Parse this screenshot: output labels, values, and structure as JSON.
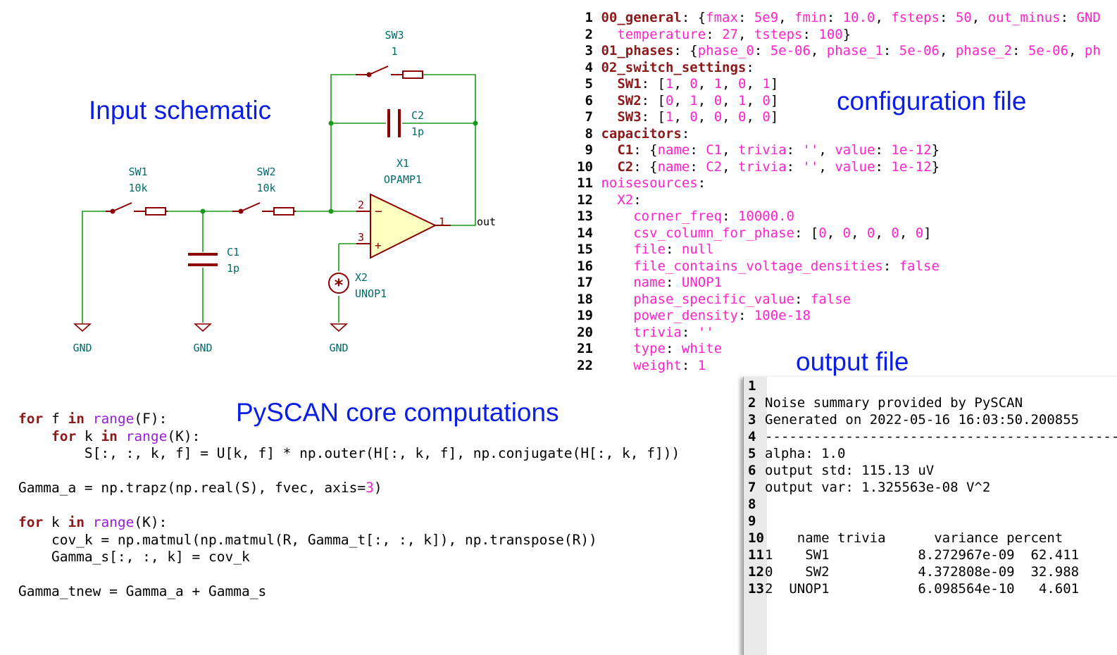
{
  "titles": {
    "schematic": "Input schematic",
    "config": "configuration file",
    "output": "output file",
    "core": "PySCAN core computations"
  },
  "schematic": {
    "sw1": {
      "name": "SW1",
      "value": "10k"
    },
    "sw2": {
      "name": "SW2",
      "value": "10k"
    },
    "sw3": {
      "name": "SW3",
      "value": "1"
    },
    "c1": {
      "name": "C1",
      "value": "1p"
    },
    "c2": {
      "name": "C2",
      "value": "1p"
    },
    "opamp": {
      "name": "X1",
      "value": "OPAMP1",
      "pin_inv": "2",
      "pin_noninv": "3",
      "pin_out": "1",
      "minus": "−",
      "plus": "+"
    },
    "noise": {
      "name": "X2",
      "value": "UNOP1",
      "symbol": "*"
    },
    "gnd_labels": [
      "GND",
      "GND",
      "GND"
    ],
    "out_label": "out",
    "colors": {
      "wire": "#1a9a1a",
      "component": "#8b0000",
      "label": "#006b6b",
      "opamp_fill": "#ffffc2"
    }
  },
  "config": {
    "lines": [
      {
        "n": "1",
        "parts": [
          [
            "k",
            "00_general"
          ],
          [
            "p",
            ": {"
          ],
          [
            "v",
            "fmax"
          ],
          [
            "p",
            ": "
          ],
          [
            "v",
            "5e9"
          ],
          [
            "p",
            ", "
          ],
          [
            "v",
            "fmin"
          ],
          [
            "p",
            ": "
          ],
          [
            "v",
            "10.0"
          ],
          [
            "p",
            ", "
          ],
          [
            "v",
            "fsteps"
          ],
          [
            "p",
            ": "
          ],
          [
            "v",
            "50"
          ],
          [
            "p",
            ", "
          ],
          [
            "v",
            "out_minus"
          ],
          [
            "p",
            ": "
          ],
          [
            "v",
            "GND"
          ]
        ]
      },
      {
        "n": "2",
        "parts": [
          [
            "p",
            "  "
          ],
          [
            "v",
            "temperature"
          ],
          [
            "p",
            ": "
          ],
          [
            "v",
            "27"
          ],
          [
            "p",
            ", "
          ],
          [
            "v",
            "tsteps"
          ],
          [
            "p",
            ": "
          ],
          [
            "v",
            "100"
          ],
          [
            "p",
            "}"
          ]
        ]
      },
      {
        "n": "3",
        "parts": [
          [
            "k",
            "01_phases"
          ],
          [
            "p",
            ": {"
          ],
          [
            "v",
            "phase_0"
          ],
          [
            "p",
            ": "
          ],
          [
            "v",
            "5e-06"
          ],
          [
            "p",
            ", "
          ],
          [
            "v",
            "phase_1"
          ],
          [
            "p",
            ": "
          ],
          [
            "v",
            "5e-06"
          ],
          [
            "p",
            ", "
          ],
          [
            "v",
            "phase_2"
          ],
          [
            "p",
            ": "
          ],
          [
            "v",
            "5e-06"
          ],
          [
            "p",
            ", "
          ],
          [
            "v",
            "ph"
          ]
        ]
      },
      {
        "n": "4",
        "parts": [
          [
            "k",
            "02_switch_settings"
          ],
          [
            "p",
            ":"
          ]
        ]
      },
      {
        "n": "5",
        "parts": [
          [
            "p",
            "  "
          ],
          [
            "k",
            "SW1"
          ],
          [
            "p",
            ": ["
          ],
          [
            "v",
            "1"
          ],
          [
            "p",
            ", "
          ],
          [
            "v",
            "0"
          ],
          [
            "p",
            ", "
          ],
          [
            "v",
            "1"
          ],
          [
            "p",
            ", "
          ],
          [
            "v",
            "0"
          ],
          [
            "p",
            ", "
          ],
          [
            "v",
            "1"
          ],
          [
            "p",
            "]"
          ]
        ]
      },
      {
        "n": "6",
        "parts": [
          [
            "p",
            "  "
          ],
          [
            "k",
            "SW2"
          ],
          [
            "p",
            ": ["
          ],
          [
            "v",
            "0"
          ],
          [
            "p",
            ", "
          ],
          [
            "v",
            "1"
          ],
          [
            "p",
            ", "
          ],
          [
            "v",
            "0"
          ],
          [
            "p",
            ", "
          ],
          [
            "v",
            "1"
          ],
          [
            "p",
            ", "
          ],
          [
            "v",
            "0"
          ],
          [
            "p",
            "]"
          ]
        ]
      },
      {
        "n": "7",
        "parts": [
          [
            "p",
            "  "
          ],
          [
            "k",
            "SW3"
          ],
          [
            "p",
            ": ["
          ],
          [
            "v",
            "1"
          ],
          [
            "p",
            ", "
          ],
          [
            "v",
            "0"
          ],
          [
            "p",
            ", "
          ],
          [
            "v",
            "0"
          ],
          [
            "p",
            ", "
          ],
          [
            "v",
            "0"
          ],
          [
            "p",
            ", "
          ],
          [
            "v",
            "0"
          ],
          [
            "p",
            "]"
          ]
        ]
      },
      {
        "n": "8",
        "parts": [
          [
            "k",
            "capacitors"
          ],
          [
            "p",
            ":"
          ]
        ]
      },
      {
        "n": "9",
        "parts": [
          [
            "p",
            "  "
          ],
          [
            "k",
            "C1"
          ],
          [
            "p",
            ": {"
          ],
          [
            "v",
            "name"
          ],
          [
            "p",
            ": "
          ],
          [
            "v",
            "C1"
          ],
          [
            "p",
            ", "
          ],
          [
            "v",
            "trivia"
          ],
          [
            "p",
            ": "
          ],
          [
            "v",
            "''"
          ],
          [
            "p",
            ", "
          ],
          [
            "v",
            "value"
          ],
          [
            "p",
            ": "
          ],
          [
            "v",
            "1e-12"
          ],
          [
            "p",
            "}"
          ]
        ]
      },
      {
        "n": "10",
        "parts": [
          [
            "p",
            "  "
          ],
          [
            "k",
            "C2"
          ],
          [
            "p",
            ": {"
          ],
          [
            "v",
            "name"
          ],
          [
            "p",
            ": "
          ],
          [
            "v",
            "C2"
          ],
          [
            "p",
            ", "
          ],
          [
            "v",
            "trivia"
          ],
          [
            "p",
            ": "
          ],
          [
            "v",
            "''"
          ],
          [
            "p",
            ", "
          ],
          [
            "v",
            "value"
          ],
          [
            "p",
            ": "
          ],
          [
            "v",
            "1e-12"
          ],
          [
            "p",
            "}"
          ]
        ]
      },
      {
        "n": "11",
        "parts": [
          [
            "v",
            "noisesources"
          ],
          [
            "p",
            ":"
          ]
        ]
      },
      {
        "n": "12",
        "parts": [
          [
            "p",
            "  "
          ],
          [
            "v",
            "X2"
          ],
          [
            "p",
            ":"
          ]
        ]
      },
      {
        "n": "13",
        "parts": [
          [
            "p",
            "    "
          ],
          [
            "v",
            "corner_freq"
          ],
          [
            "p",
            ": "
          ],
          [
            "v",
            "10000.0"
          ]
        ]
      },
      {
        "n": "14",
        "parts": [
          [
            "p",
            "    "
          ],
          [
            "v",
            "csv_column_for_phase"
          ],
          [
            "p",
            ": ["
          ],
          [
            "v",
            "0"
          ],
          [
            "p",
            ", "
          ],
          [
            "v",
            "0"
          ],
          [
            "p",
            ", "
          ],
          [
            "v",
            "0"
          ],
          [
            "p",
            ", "
          ],
          [
            "v",
            "0"
          ],
          [
            "p",
            ", "
          ],
          [
            "v",
            "0"
          ],
          [
            "p",
            "]"
          ]
        ]
      },
      {
        "n": "15",
        "parts": [
          [
            "p",
            "    "
          ],
          [
            "v",
            "file"
          ],
          [
            "p",
            ": "
          ],
          [
            "v",
            "null"
          ]
        ]
      },
      {
        "n": "16",
        "parts": [
          [
            "p",
            "    "
          ],
          [
            "v",
            "file_contains_voltage_densities"
          ],
          [
            "p",
            ": "
          ],
          [
            "v",
            "false"
          ]
        ]
      },
      {
        "n": "17",
        "parts": [
          [
            "p",
            "    "
          ],
          [
            "v",
            "name"
          ],
          [
            "p",
            ": "
          ],
          [
            "v",
            "UNOP1"
          ]
        ]
      },
      {
        "n": "18",
        "parts": [
          [
            "p",
            "    "
          ],
          [
            "v",
            "phase_specific_value"
          ],
          [
            "p",
            ": "
          ],
          [
            "v",
            "false"
          ]
        ]
      },
      {
        "n": "19",
        "parts": [
          [
            "p",
            "    "
          ],
          [
            "v",
            "power_density"
          ],
          [
            "p",
            ": "
          ],
          [
            "v",
            "100e-18"
          ]
        ]
      },
      {
        "n": "20",
        "parts": [
          [
            "p",
            "    "
          ],
          [
            "v",
            "trivia"
          ],
          [
            "p",
            ": "
          ],
          [
            "v",
            "''"
          ]
        ]
      },
      {
        "n": "21",
        "parts": [
          [
            "p",
            "    "
          ],
          [
            "v",
            "type"
          ],
          [
            "p",
            ": "
          ],
          [
            "v",
            "white"
          ]
        ]
      },
      {
        "n": "22",
        "parts": [
          [
            "p",
            "    "
          ],
          [
            "v",
            "weight"
          ],
          [
            "p",
            ": "
          ],
          [
            "v",
            "1"
          ]
        ]
      }
    ]
  },
  "output": {
    "lines": [
      {
        "n": "1",
        "text": ""
      },
      {
        "n": "2",
        "text": "Noise summary provided by PySCAN"
      },
      {
        "n": "3",
        "text": "Generated on 2022-05-16 16:03:50.200855"
      },
      {
        "n": "4",
        "text": "---------------------------------------------"
      },
      {
        "n": "5",
        "text": "alpha: 1.0"
      },
      {
        "n": "6",
        "text": "output std: 115.13 uV"
      },
      {
        "n": "7",
        "text": "output var: 1.325563e-08 V^2"
      },
      {
        "n": "8",
        "text": ""
      },
      {
        "n": "9",
        "text": ""
      },
      {
        "n": "10",
        "text": "    name trivia      variance percent"
      },
      {
        "n": "11",
        "text": "1    SW1           8.272967e-09  62.411"
      },
      {
        "n": "12",
        "text": "0    SW2           4.372808e-09  32.988"
      },
      {
        "n": "13",
        "text": "2  UNOP1           6.098564e-10   4.601"
      }
    ]
  },
  "core": {
    "lines": [
      {
        "parts": [
          [
            "kw",
            "for"
          ],
          [
            "p",
            " f "
          ],
          [
            "kw",
            "in"
          ],
          [
            "p",
            " "
          ],
          [
            "bi",
            "range"
          ],
          [
            "p",
            "(F):"
          ]
        ]
      },
      {
        "parts": [
          [
            "p",
            "    "
          ],
          [
            "kw",
            "for"
          ],
          [
            "p",
            " k "
          ],
          [
            "kw",
            "in"
          ],
          [
            "p",
            " "
          ],
          [
            "bi",
            "range"
          ],
          [
            "p",
            "(K):"
          ]
        ]
      },
      {
        "parts": [
          [
            "p",
            "        S[:, :, k, f] = U[k, f] * np.outer(H[:, k, f], np.conjugate(H[:, k, f]))"
          ]
        ]
      },
      {
        "parts": [
          [
            "p",
            ""
          ]
        ]
      },
      {
        "parts": [
          [
            "p",
            "Gamma_a = np.trapz(np.real(S), fvec, axis="
          ],
          [
            "num",
            "3"
          ],
          [
            "p",
            ")"
          ]
        ]
      },
      {
        "parts": [
          [
            "p",
            ""
          ]
        ]
      },
      {
        "parts": [
          [
            "kw",
            "for"
          ],
          [
            "p",
            " k "
          ],
          [
            "kw",
            "in"
          ],
          [
            "p",
            " "
          ],
          [
            "bi",
            "range"
          ],
          [
            "p",
            "(K):"
          ]
        ]
      },
      {
        "parts": [
          [
            "p",
            "    cov_k = np.matmul(np.matmul(R, Gamma_t[:, :, k]), np.transpose(R))"
          ]
        ]
      },
      {
        "parts": [
          [
            "p",
            "    Gamma_s[:, :, k] = cov_k"
          ]
        ]
      },
      {
        "parts": [
          [
            "p",
            ""
          ]
        ]
      },
      {
        "parts": [
          [
            "p",
            "Gamma_tnew = Gamma_a + Gamma_s"
          ]
        ]
      }
    ]
  }
}
